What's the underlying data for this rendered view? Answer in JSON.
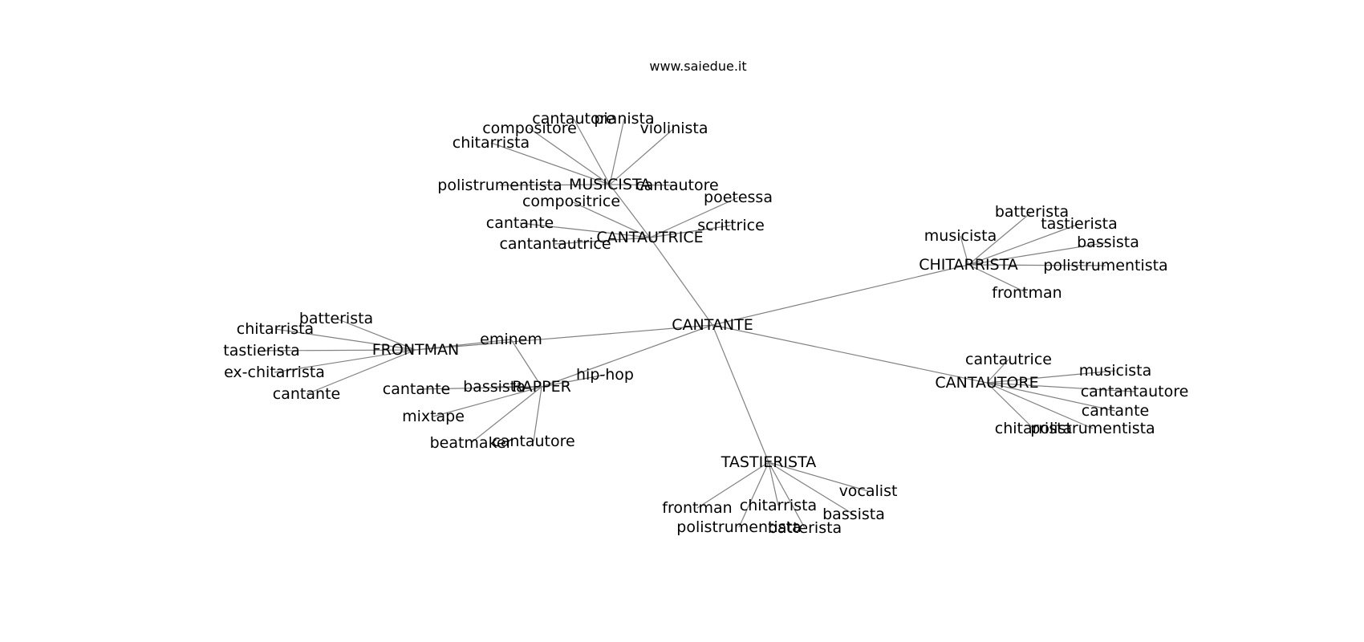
{
  "site": "www.saiedue.it",
  "colors": {
    "edge": "#808080",
    "text": "#000000",
    "background": "#ffffff"
  },
  "graph": {
    "nodes": [
      "CANTANTE",
      "MUSICISTA",
      "CANTAUTRICE",
      "CHITARRISTA",
      "FRONTMAN",
      "RAPPER",
      "CANTAUTORE",
      "TASTIERISTA",
      "cantautore",
      "pianista",
      "compositore",
      "violinista",
      "chitarrista",
      "polistrumentista",
      "cantautore",
      "compositrice",
      "poetessa",
      "cantante",
      "scrittrice",
      "cantantautrice",
      "batterista",
      "tastierista",
      "musicista",
      "bassista",
      "polistrumentista",
      "frontman",
      "batterista",
      "chitarrista",
      "tastierista",
      "ex-chitarrista",
      "cantante",
      "eminem",
      "hip-hop",
      "cantante",
      "bassista",
      "mixtape",
      "beatmaker",
      "cantautore",
      "cantautrice",
      "musicista",
      "cantantautore",
      "cantante",
      "chitarrista",
      "polistrumentista",
      "vocalist",
      "frontman",
      "chitarrista",
      "bassista",
      "polistrumentista",
      "batterista"
    ],
    "edges": [
      [
        0,
        2
      ],
      [
        0,
        3
      ],
      [
        0,
        4
      ],
      [
        0,
        5
      ],
      [
        0,
        6
      ],
      [
        0,
        7
      ],
      [
        1,
        2
      ],
      [
        1,
        8
      ],
      [
        1,
        9
      ],
      [
        1,
        10
      ],
      [
        1,
        11
      ],
      [
        1,
        12
      ],
      [
        1,
        13
      ],
      [
        1,
        14
      ],
      [
        2,
        15
      ],
      [
        2,
        16
      ],
      [
        2,
        17
      ],
      [
        2,
        18
      ],
      [
        2,
        19
      ],
      [
        3,
        20
      ],
      [
        3,
        21
      ],
      [
        3,
        22
      ],
      [
        3,
        23
      ],
      [
        3,
        24
      ],
      [
        3,
        25
      ],
      [
        4,
        26
      ],
      [
        4,
        27
      ],
      [
        4,
        28
      ],
      [
        4,
        29
      ],
      [
        4,
        30
      ],
      [
        4,
        31
      ],
      [
        5,
        31
      ],
      [
        5,
        32
      ],
      [
        5,
        33
      ],
      [
        5,
        34
      ],
      [
        5,
        35
      ],
      [
        5,
        36
      ],
      [
        5,
        37
      ],
      [
        6,
        38
      ],
      [
        6,
        39
      ],
      [
        6,
        40
      ],
      [
        6,
        41
      ],
      [
        6,
        42
      ],
      [
        6,
        43
      ],
      [
        7,
        44
      ],
      [
        7,
        45
      ],
      [
        7,
        46
      ],
      [
        7,
        47
      ],
      [
        7,
        48
      ],
      [
        7,
        49
      ]
    ]
  }
}
